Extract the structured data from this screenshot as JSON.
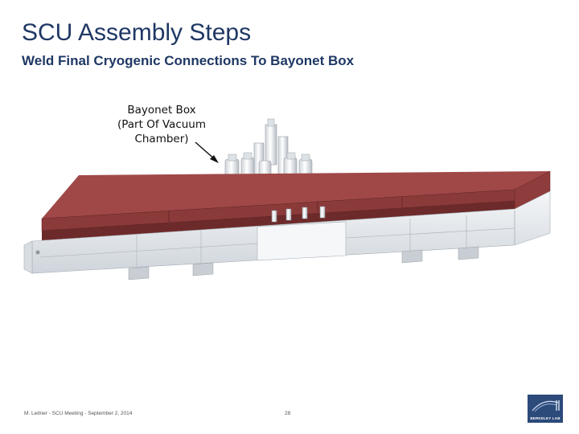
{
  "slide": {
    "title": "SCU Assembly Steps",
    "subtitle": "Weld Final Cryogenic Connections To Bayonet Box"
  },
  "callout": {
    "line1": "Bayonet Box",
    "line2": "(Part Of Vacuum",
    "line3": "Chamber)"
  },
  "footer": {
    "text": "M. Leitner - SCU Meeting - September 2, 2014",
    "page_number": "28",
    "logo_text": "BERKELEY LAB"
  },
  "colors": {
    "title": "#1f3864",
    "lid": "#8b3a3a",
    "body": "#e9ecef",
    "logo_bg": "#2c4a7a"
  }
}
